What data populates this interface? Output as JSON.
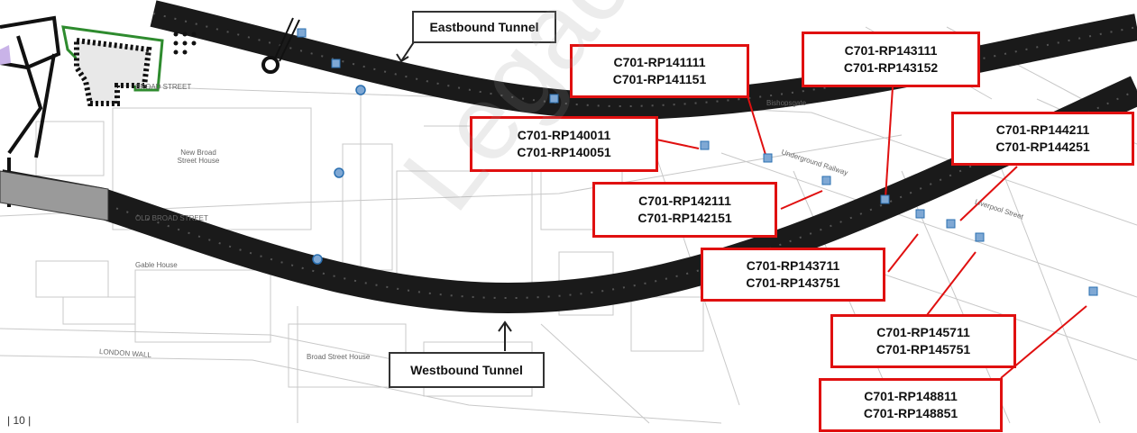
{
  "tunnels": {
    "eastbound_label": "Eastbound Tunnel",
    "westbound_label": "Westbound Tunnel"
  },
  "callouts": [
    {
      "line1": "C701-RP141111",
      "line2": "C701-RP141151"
    },
    {
      "line1": "C701-RP143111",
      "line2": "C701-RP143152"
    },
    {
      "line1": "C701-RP140011",
      "line2": "C701-RP140051"
    },
    {
      "line1": "C701-RP144211",
      "line2": "C701-RP144251"
    },
    {
      "line1": "C701-RP142111",
      "line2": "C701-RP142151"
    },
    {
      "line1": "C701-RP143711",
      "line2": "C701-RP143751"
    },
    {
      "line1": "C701-RP145711",
      "line2": "C701-RP145751"
    },
    {
      "line1": "C701-RP148811",
      "line2": "C701-RP148851"
    }
  ],
  "map_labels": {
    "broad_street": "BROAD STREET",
    "old_broad_street": "OLD BROAD STREET",
    "new_broad_street_house": "New Broad Street House",
    "gable_house": "Gable House",
    "london_wall": "LONDON WALL",
    "broad_street_house": "Broad Street House",
    "underground_railway": "Underground Railway",
    "bishopsgate": "Bishopsgate",
    "liverpool_street": "Liverpool Street"
  },
  "page_number": "| 10 |",
  "watermark": "Legacy Document",
  "colors": {
    "callout_border": "#e01010",
    "tunnel": "#1a1a1a",
    "site_boundary": "#2e8b2e",
    "leader_line": "#e01010",
    "marker": "#2a6fb0"
  }
}
